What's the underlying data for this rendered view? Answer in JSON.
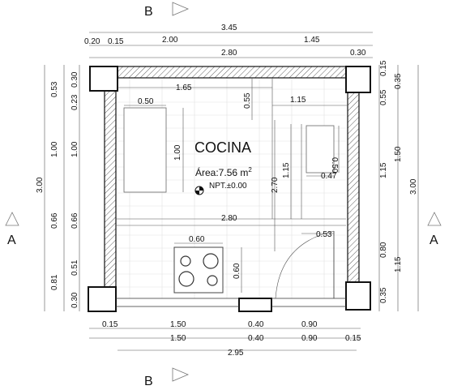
{
  "room": {
    "name": "COCINA",
    "area_prefix": "Área:7.56 m",
    "area_exp": "2",
    "level": "NPT.±0.00"
  },
  "section_cuts": {
    "top_bottom": "B",
    "left_right": "A"
  },
  "dimensions": {
    "top_total": "3.45",
    "top_left_a": "0.20",
    "top_left_b": "0.15",
    "top_mid": "2.00",
    "top_right": "1.45",
    "top_inner": "2.80",
    "top_inner_right": "0.30",
    "counter_width": "1.65",
    "counter_depth": "0.50",
    "counter_len": "1.00",
    "right_upper_v": "0.55",
    "right_upper_h": "1.15",
    "fridge_w": "0.50",
    "fridge_d": "0.47",
    "mid_v": "1.15",
    "mid_v2": "2.70",
    "mid_h": "2.80",
    "stove_w": "0.60",
    "stove_d": "0.60",
    "door": "0.53",
    "left_total": "3.00",
    "left_a": "0.53",
    "left_b": "1.00",
    "left_c": "0.66",
    "left_d": "0.81",
    "left2_a": "0.30",
    "left2_b": "0.23",
    "left2_c": "1.00",
    "left2_d": "0.66",
    "left2_e": "0.51",
    "left2_f": "0.30",
    "right_a": "0.15",
    "right_b": "0.55",
    "right_c": "1.15",
    "right_d": "0.80",
    "right_e": "0.35",
    "right2_a": "0.35",
    "right2_b": "1.50",
    "right2_c": "1.15",
    "right3": "3.00",
    "bot_a": "0.15",
    "bot_b": "1.50",
    "bot_c": "0.40",
    "bot_d": "0.90",
    "bot2_b": "1.50",
    "bot2_c": "0.40",
    "bot2_d": "0.90",
    "bot2_e": "0.15",
    "bot_total": "2.95"
  }
}
